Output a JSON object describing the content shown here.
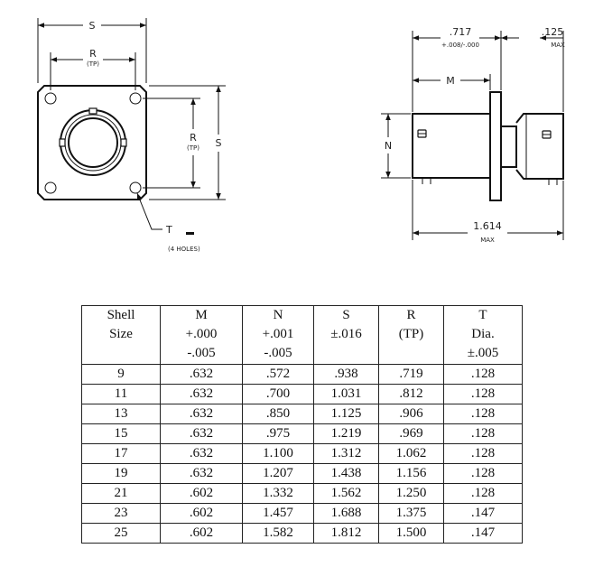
{
  "drawing": {
    "front": {
      "s_top": "S",
      "r_top": "R",
      "r_top_sub": "(TP)",
      "r_side": "R",
      "r_side_sub": "(TP)",
      "s_side": "S",
      "t_label": "T",
      "holes_note": "(4 HOLES)"
    },
    "side": {
      "dim_717": ".717",
      "dim_717_tol": "+.008/-.000",
      "dim_125": ".125",
      "dim_125_sub": "MAX",
      "m_label": "M",
      "n_label": "N",
      "dim_1614": "1.614",
      "dim_1614_sub": "MAX"
    }
  },
  "table": {
    "headers": [
      "Shell\nSize",
      "M\n+.000\n-.005",
      "N\n+.001\n-.005",
      "S\n±.016",
      "R\n(TP)",
      "T\nDia.\n±.005"
    ],
    "rows": [
      [
        "9",
        ".632",
        ".572",
        ".938",
        ".719",
        ".128"
      ],
      [
        "11",
        ".632",
        ".700",
        "1.031",
        ".812",
        ".128"
      ],
      [
        "13",
        ".632",
        ".850",
        "1.125",
        ".906",
        ".128"
      ],
      [
        "15",
        ".632",
        ".975",
        "1.219",
        ".969",
        ".128"
      ],
      [
        "17",
        ".632",
        "1.100",
        "1.312",
        "1.062",
        ".128"
      ],
      [
        "19",
        ".632",
        "1.207",
        "1.438",
        "1.156",
        ".128"
      ],
      [
        "21",
        ".602",
        "1.332",
        "1.562",
        "1.250",
        ".128"
      ],
      [
        "23",
        ".602",
        "1.457",
        "1.688",
        "1.375",
        ".147"
      ],
      [
        "25",
        ".602",
        "1.582",
        "1.812",
        "1.500",
        ".147"
      ]
    ]
  }
}
